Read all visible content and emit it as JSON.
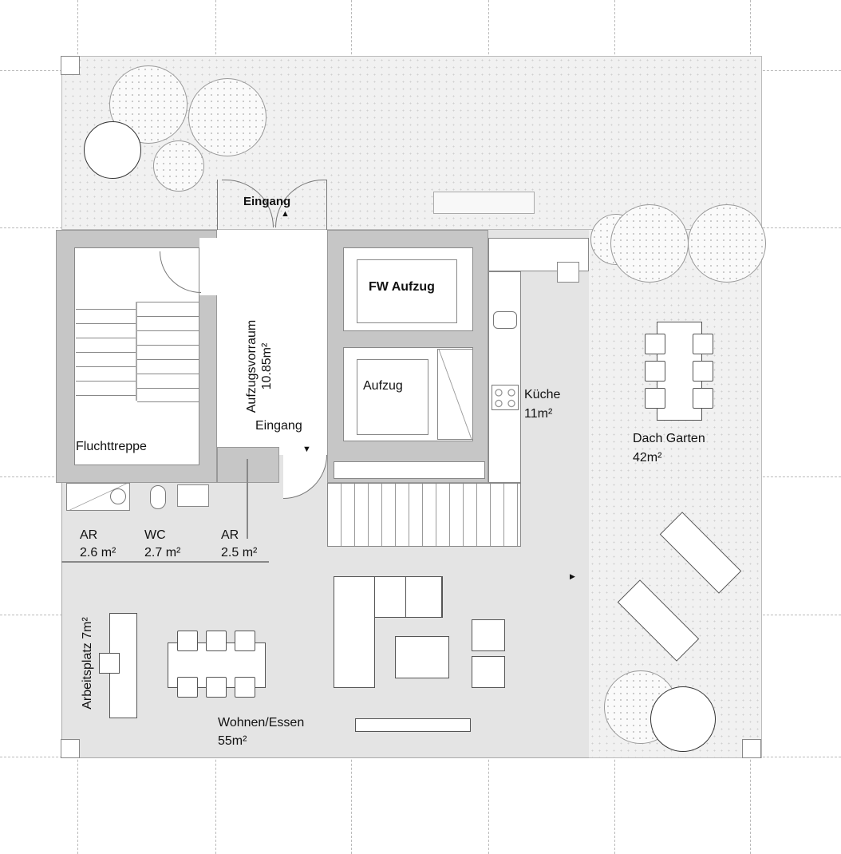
{
  "labels": {
    "entrance_top": "Eingang",
    "fw_elevator": "FW Aufzug",
    "elevator": "Aufzug",
    "lobby_name": "Aufzugsvorraum",
    "lobby_area": "10.85m²",
    "entrance_inner": "Eingang",
    "escape_stair": "Fluchttreppe",
    "kitchen_name": "Küche",
    "kitchen_area": "11m²",
    "roof_garden_name": "Dach Garten",
    "roof_garden_area": "42m²",
    "ar1_name": "AR",
    "ar1_area": "2.6 m²",
    "wc_name": "WC",
    "wc_area": "2.7 m²",
    "ar2_name": "AR",
    "ar2_area": "2.5 m²",
    "workspace": "Arbeitsplatz 7m²",
    "living_name": "Wohnen/Essen",
    "living_area": "55m²"
  },
  "colors": {
    "wall": "#c6c6c6",
    "floor": "#e4e4e4",
    "garden": "#f1f1f1"
  }
}
